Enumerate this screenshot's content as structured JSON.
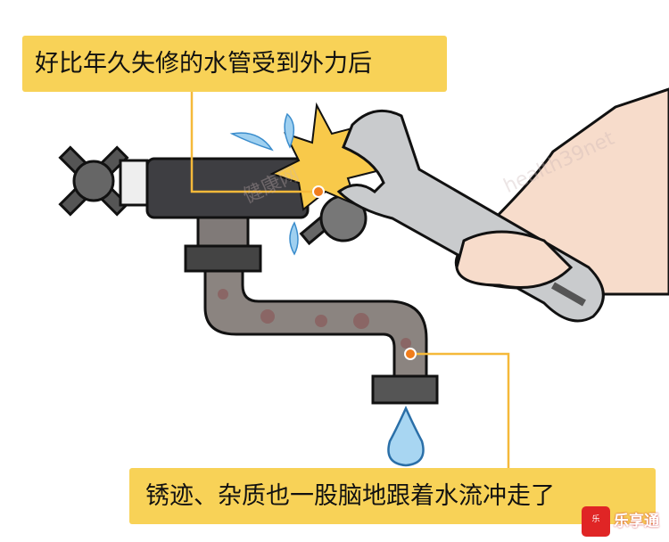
{
  "callouts": {
    "top": "好比年久失修的水管受到外力后",
    "bottom": "锈迹、杂质也一股脑地跟着水流冲走了"
  },
  "watermark": [
    "健康网",
    "health39net"
  ],
  "logo": {
    "name": "乐享通",
    "badge_text": "乐"
  },
  "colors": {
    "callout": "#f8d257",
    "leader_line": "#f5b93a",
    "dot": "#f07d1c"
  }
}
